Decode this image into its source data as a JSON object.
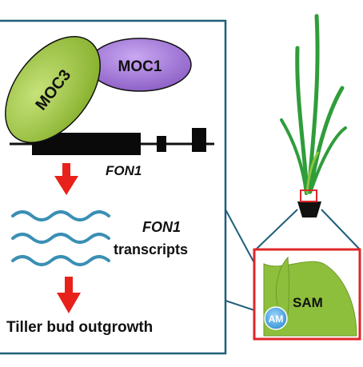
{
  "proteins": {
    "moc3": "MOC3",
    "moc1": "MOC1"
  },
  "gene": {
    "label": "FON1"
  },
  "transcripts": {
    "label_line1": "FON1",
    "label_line2": "transcripts"
  },
  "outcome": {
    "label": "Tiller bud outgrowth"
  },
  "inset": {
    "sam_label": "SAM",
    "am_label": "AM"
  },
  "colors": {
    "frame": "#1f5f7a",
    "protein_green": "#9ac43c",
    "protein_purple": "#9b6fd4",
    "arrow_red": "#e8211b",
    "wave_blue": "#3a8fb4",
    "inset_border": "#e0262a",
    "tissue_green": "#8dbf3c",
    "am_blue": "#4aa6e0",
    "leaf_green": "#2f9d3a"
  }
}
